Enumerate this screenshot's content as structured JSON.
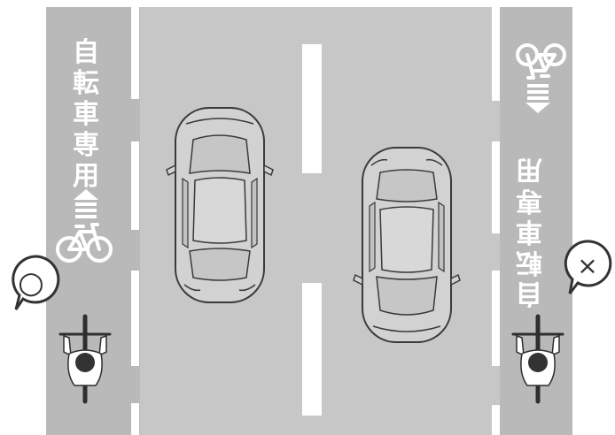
{
  "left_lane": {
    "lane_text": [
      "自",
      "転",
      "車",
      "専",
      "用"
    ],
    "direction": "up",
    "icon": "bicycle-icon",
    "verdict_mark": "○"
  },
  "right_lane": {
    "lane_text": [
      "自",
      "転",
      "車",
      "専",
      "用"
    ],
    "direction": "down",
    "icon": "bicycle-icon",
    "verdict_mark": "×"
  },
  "colors": {
    "road": "#c7c7c7",
    "bike_lane": "#b9b9b9",
    "lane_marking": "#ffffff",
    "car_body": "#d2d2d2",
    "outline": "#3a3a3a"
  }
}
